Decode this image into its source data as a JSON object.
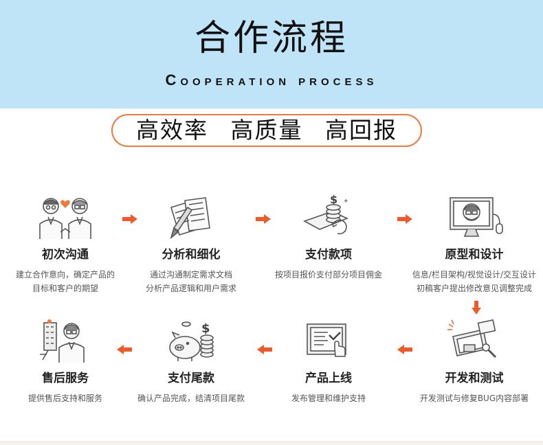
{
  "header": {
    "title": "合作流程",
    "subtitle": "Cooperation process"
  },
  "slogan": [
    "高效率",
    "高质量",
    "高回报"
  ],
  "colors": {
    "header_bg": "#bfe3f7",
    "accent_orange": "#ee7a3b",
    "icon_gray": "#6b6b6b"
  },
  "steps": [
    {
      "name": "初次沟通",
      "icon": "handshake-people-icon",
      "desc": [
        "建立合作意向，确定产品的",
        "目标和客户的期望"
      ]
    },
    {
      "name": "分析和细化",
      "icon": "documents-pen-icon",
      "desc": [
        "通过沟通制定需求文档",
        "分析产品逻辑和用户需求"
      ]
    },
    {
      "name": "支付款项",
      "icon": "coins-payment-icon",
      "desc": [
        "按项目报价支付部分项目佣金"
      ]
    },
    {
      "name": "原型和设计",
      "icon": "monitor-design-icon",
      "desc": [
        "信息/栏目架构/视觉设计/交互设计",
        "初稿客户提出修改意见调整完成"
      ]
    },
    {
      "name": "开发和测试",
      "icon": "development-test-icon",
      "desc": [
        "开发测试与修复BUG内容部署"
      ]
    },
    {
      "name": "产品上线",
      "icon": "launch-screen-icon",
      "desc": [
        "发布管理和维护支持"
      ]
    },
    {
      "name": "支付尾款",
      "icon": "piggy-bank-icon",
      "desc": [
        "确认产品完成，结清项目尾款"
      ]
    },
    {
      "name": "售后服务",
      "icon": "after-sales-icon",
      "desc": [
        "提供售后支持和服务"
      ]
    }
  ]
}
